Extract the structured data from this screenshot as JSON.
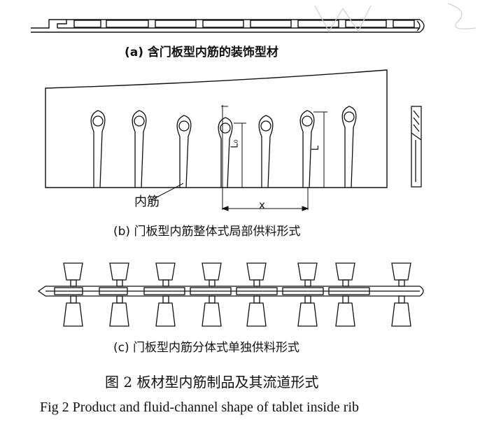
{
  "figure": {
    "panel_a_caption": "(a)  含门板型内筋的装饰型材",
    "panel_b_caption": "(b)  门板型内筋整体式局部供料形式",
    "panel_c_caption": "(c)  门板型内筋分体式单独供料形式",
    "rib_label": "内筋",
    "dim_x_label": "x",
    "dim_l0_label": "L₀",
    "dim_l_label": "L",
    "title_cn": "图 2   板材型内筋制品及其流道形式",
    "title_en": "Fig 2    Product and fluid-channel shape of tablet inside rib"
  }
}
